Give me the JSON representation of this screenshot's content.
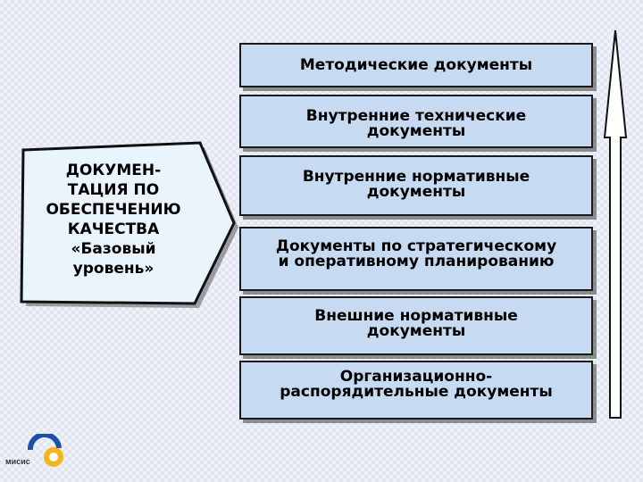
{
  "left_block": {
    "lines": [
      "ДОКУМЕН-",
      "ТАЦИЯ ПО",
      "ОБЕСПЕЧЕНИЮ",
      "КАЧЕСТВА",
      "«Базовый",
      "уровень»"
    ]
  },
  "boxes": [
    {
      "lines": [
        "Методические документы"
      ]
    },
    {
      "lines": [
        "Внутренние технические",
        "документы"
      ]
    },
    {
      "lines": [
        "Внутренние нормативные",
        "документы"
      ]
    },
    {
      "lines": [
        "Документы по стратегическому",
        "и оперативному планированию"
      ]
    },
    {
      "lines": [
        "Внешние нормативные",
        "документы"
      ]
    },
    {
      "lines": [
        "Организационно-",
        "распорядительные документы"
      ]
    }
  ],
  "logo": {
    "text": "мисис"
  },
  "colors": {
    "box_fill": "#c6daf2",
    "pentagon_fill": "#e9f4fc",
    "arrow_fill": "#ffffff"
  }
}
